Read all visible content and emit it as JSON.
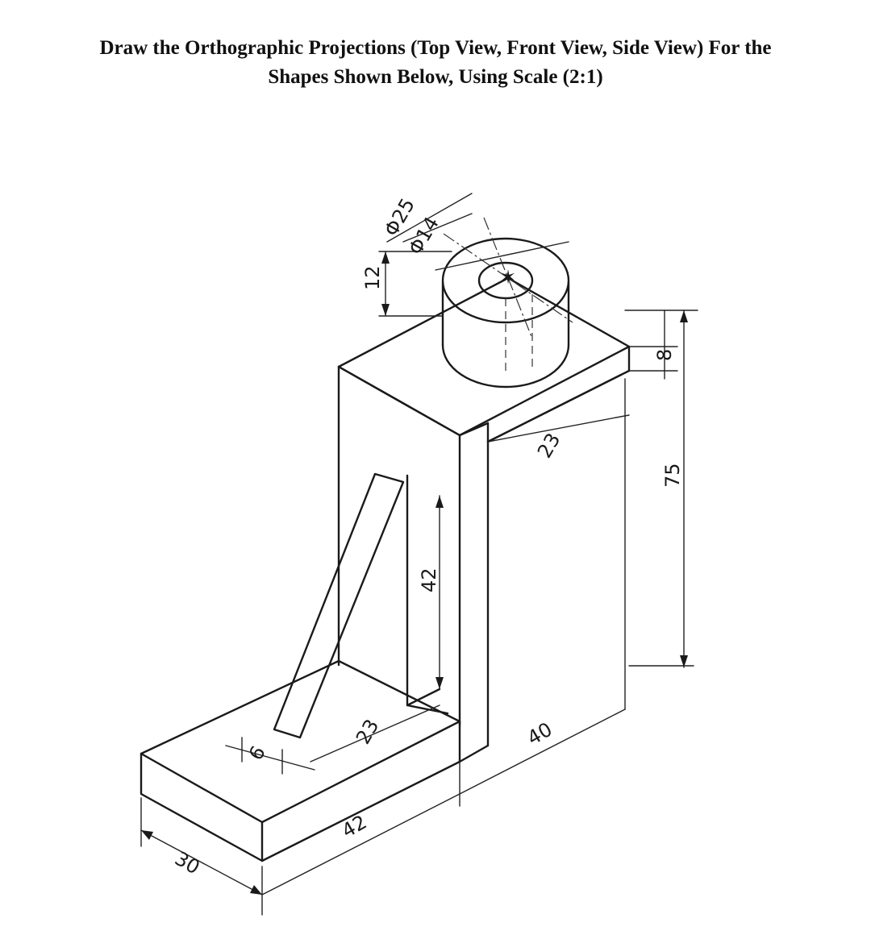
{
  "heading": {
    "line1": "Draw the Orthographic Projections (Top View, Front View, Side View) For the",
    "line2": "Shapes Shown Below, Using Scale (2:1)"
  },
  "dimensions": {
    "cyl_outer": "Φ25",
    "cyl_inner": "Φ14",
    "cyl_height": "12",
    "top_offset": "8",
    "overall_height": "75",
    "top_width": "23",
    "slot_height": "42",
    "slot_width": "23",
    "rib_thickness": "6",
    "depth": "40",
    "base_length": "42",
    "base_width": "30"
  }
}
